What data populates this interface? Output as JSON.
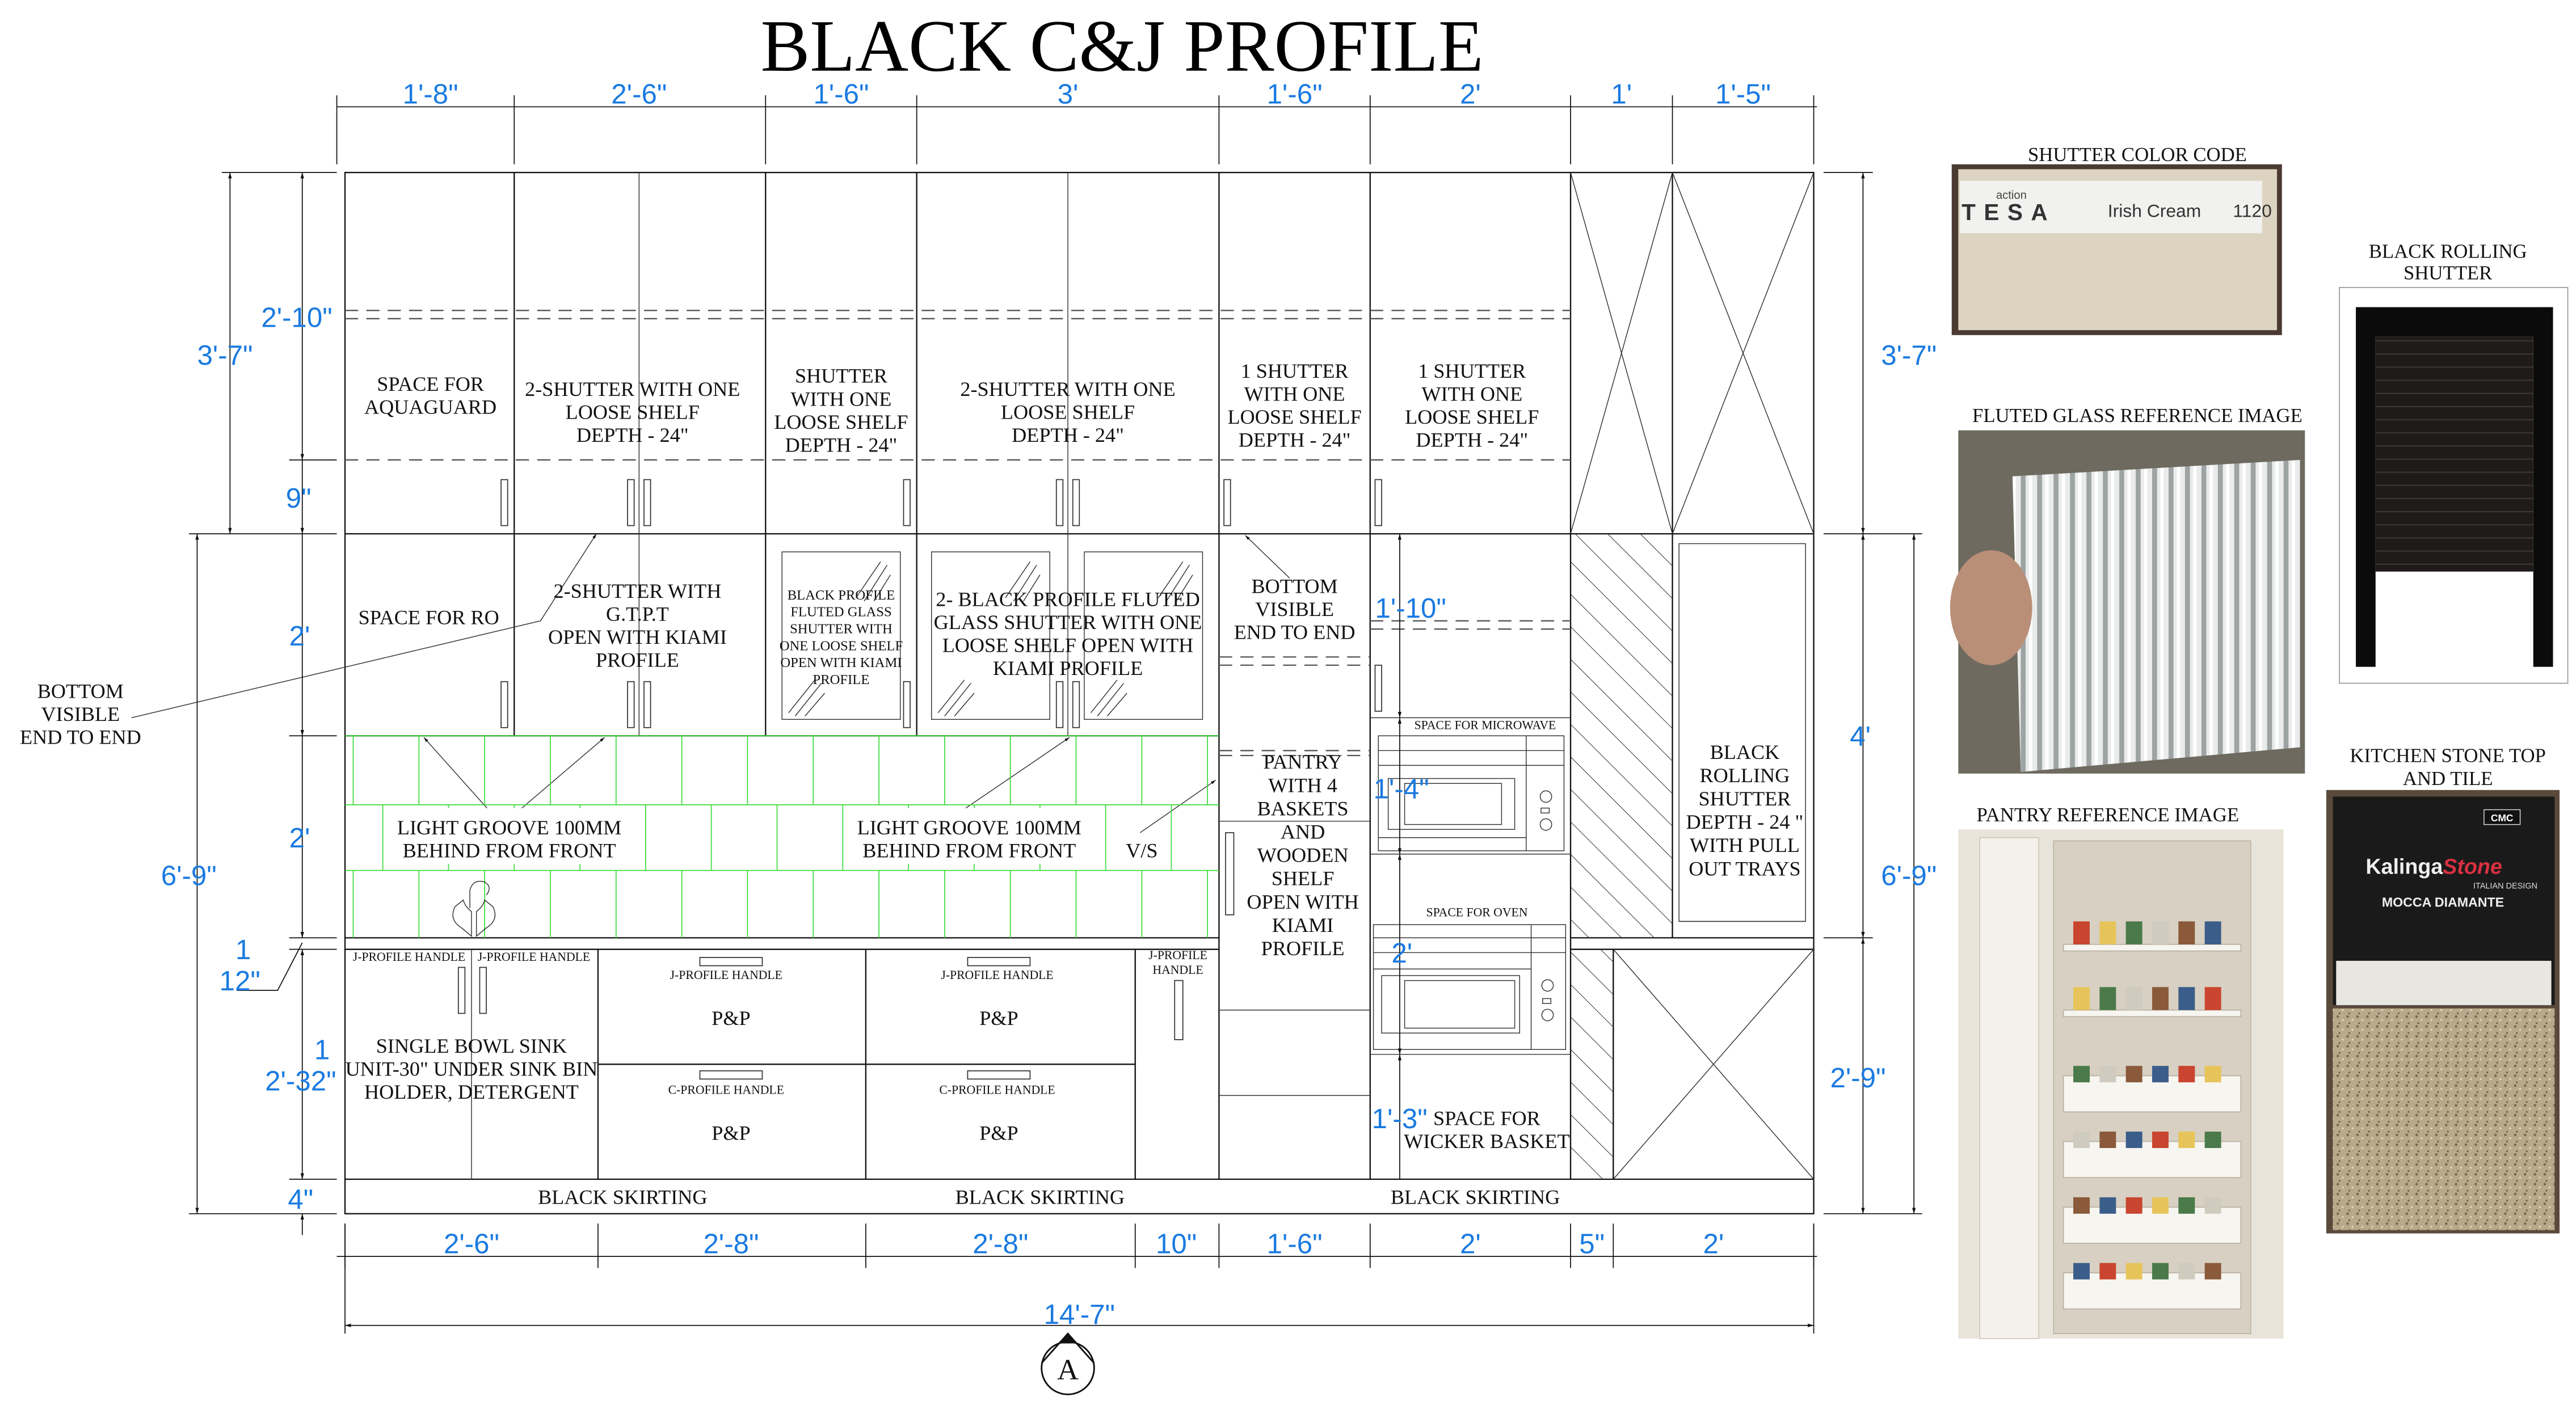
{
  "title": "BLACK C&J PROFILE",
  "top_dims": [
    "1'-8\"",
    "2'-6\"",
    "1'-6\"",
    "3'",
    "1'-6\"",
    "2'",
    "1'",
    "1'-5\""
  ],
  "bottom_dims": [
    "2'-6\"",
    "2'-8\"",
    "2'-8\"",
    "10\"",
    "1'-6\"",
    "2'",
    "5\"",
    "2'"
  ],
  "overall_dim": "14'-7\"",
  "left_dims": {
    "upper_total": "3'-7\"",
    "lower_total": "6'-9\"",
    "upper_main": "2'-10\"",
    "upper_bottom": "9\"",
    "mid_cabinet": "2'",
    "backsplash": "2'",
    "counter_num": "1",
    "counter_den": "12\"",
    "base_num": "1",
    "base_den": "2'-32\"",
    "skirting": "4\""
  },
  "right_dims": {
    "upper_total": "3'-7\"",
    "tall_upper": "4'",
    "lower_total": "6'-9\"",
    "base": "2'-9\""
  },
  "inner_dims": {
    "microwave_gap": "1'-10\"",
    "microwave": "1'-4\"",
    "oven": "2'",
    "wicker": "1'-3\""
  },
  "upper_labels": {
    "aquaguard": [
      "SPACE FOR",
      "AQUAGUARD"
    ],
    "two_shutter_a": [
      "2-SHUTTER WITH ONE",
      "LOOSE SHELF",
      "DEPTH - 24\""
    ],
    "shutter": [
      "SHUTTER",
      "WITH ONE",
      "LOOSE SHELF",
      "DEPTH - 24\""
    ],
    "two_shutter_b": [
      "2-SHUTTER WITH ONE",
      "LOOSE SHELF",
      "DEPTH - 24\""
    ],
    "one_shutter_a": [
      "1 SHUTTER",
      "WITH ONE",
      "LOOSE SHELF",
      "DEPTH - 24\""
    ],
    "one_shutter_b": [
      "1 SHUTTER",
      "WITH ONE",
      "LOOSE SHELF",
      "DEPTH - 24\""
    ]
  },
  "mid_labels": {
    "ro": "SPACE FOR RO",
    "gtpt": [
      "2-SHUTTER WITH",
      "G.T.P.T",
      "OPEN WITH KIAMI",
      "PROFILE"
    ],
    "fluted_single": [
      "BLACK PROFILE",
      "FLUTED GLASS",
      "SHUTTER WITH",
      "ONE LOOSE SHELF",
      "OPEN WITH KIAMI",
      "PROFILE"
    ],
    "fluted_double": [
      "2- BLACK PROFILE FLUTED",
      "GLASS SHUTTER WITH ONE",
      "LOOSE SHELF OPEN WITH",
      "KIAMI PROFILE"
    ],
    "bottom_visible": [
      "BOTTOM",
      "VISIBLE",
      "END TO END"
    ],
    "bottom_visible_left": [
      "BOTTOM",
      "VISIBLE",
      "END TO END"
    ]
  },
  "backsplash_labels": {
    "groove_a": [
      "LIGHT GROOVE 100MM",
      "BEHIND FROM FRONT"
    ],
    "groove_b": [
      "LIGHT GROOVE 100MM",
      "BEHIND FROM FRONT"
    ],
    "vs": "V/S"
  },
  "tall_labels": {
    "pantry": [
      "PANTRY",
      "WITH 4",
      "BASKETS",
      "AND",
      "WOODEN",
      "SHELF",
      "OPEN WITH",
      "KIAMI",
      "PROFILE"
    ],
    "microwave": "SPACE FOR MICROWAVE",
    "oven": "SPACE FOR OVEN",
    "wicker": [
      "SPACE FOR",
      "WICKER BASKET"
    ],
    "rolling": [
      "BLACK",
      "ROLLING",
      "SHUTTER",
      "DEPTH - 24 \"",
      "WITH PULL",
      "OUT TRAYS"
    ]
  },
  "base_labels": {
    "j_handle_1": "J-PROFILE HANDLE",
    "j_handle_2": "J-PROFILE HANDLE",
    "sink": [
      "SINGLE BOWL SINK",
      "UNIT-30\" UNDER SINK BIN",
      "HOLDER, DETERGENT"
    ],
    "drawer_a_top_handle": "J-PROFILE HANDLE",
    "drawer_a_top": "P&P",
    "drawer_a_bottom_handle": "C-PROFILE HANDLE",
    "drawer_a_bottom": "P&P",
    "drawer_b_top_handle": "J-PROFILE HANDLE",
    "drawer_b_top": "P&P",
    "drawer_b_bottom_handle": "C-PROFILE HANDLE",
    "drawer_b_bottom": "P&P",
    "j_handle_narrow": [
      "J-PROFILE",
      "HANDLE"
    ],
    "skirting": [
      "BLACK SKIRTING",
      "BLACK SKIRTING",
      "BLACK SKIRTING"
    ]
  },
  "section_marker": "A",
  "references": {
    "shutter_color": {
      "caption": "SHUTTER COLOR CODE",
      "brand_top": "action",
      "brand": "TESA",
      "name": "Irish Cream",
      "code": "1120",
      "swatch": "#dcd3c0"
    },
    "fluted_glass": {
      "caption": "FLUTED GLASS REFERENCE IMAGE"
    },
    "rolling_shutter": {
      "caption": [
        "BLACK ROLLING",
        "SHUTTER"
      ]
    },
    "pantry": {
      "caption": "PANTRY REFERENCE IMAGE"
    },
    "stone": {
      "caption": [
        "KITCHEN STONE TOP",
        "AND TILE"
      ],
      "brand_a": "Kalinga",
      "brand_b": "Stone",
      "sub": "ITALIAN DESIGN",
      "name": "MOCCA DIAMANTE",
      "badge": "CMC"
    }
  },
  "colors": {
    "dimension": "#1a7ae0",
    "tile_grid": "#3ddc3d",
    "line": "#111111"
  }
}
